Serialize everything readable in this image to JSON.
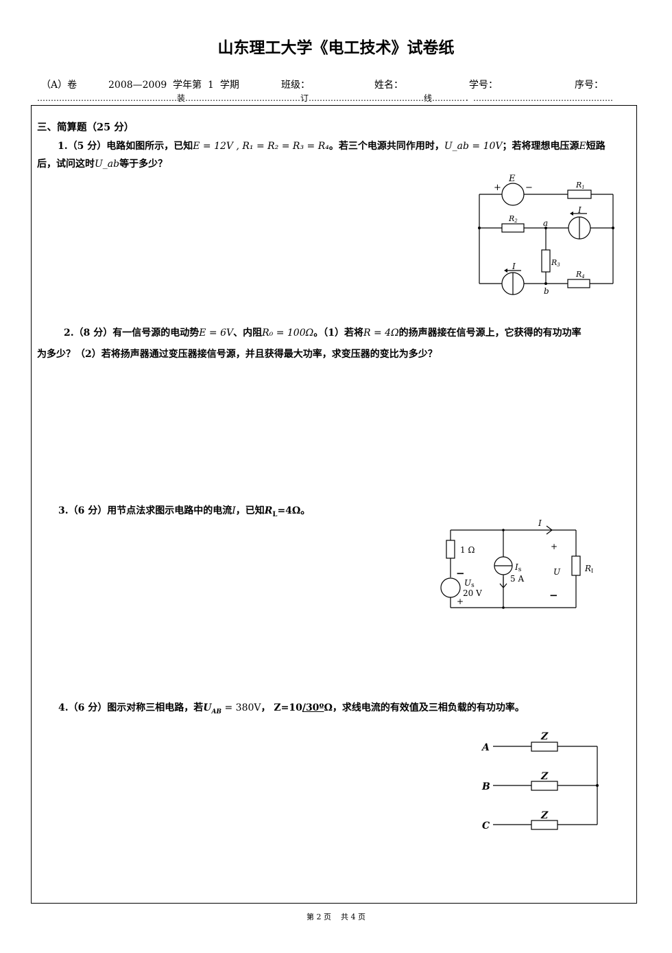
{
  "header": {
    "title": "山东理工大学《电工技术》试卷纸",
    "paper": "（A）卷",
    "term": "2008—2009  学年第  1  学期",
    "class_label": "班级：",
    "name_label": "姓名：",
    "id_label": "学号：",
    "seq_label": "序号：",
    "binding_line": "……………………………………………装……………………………………订……………………………………线…………．……………………………………………"
  },
  "section": {
    "title": "三、简算题（25 分）"
  },
  "questions": [
    {
      "line1_prefix": "1.（5 分）电路如图所示，已知",
      "line1_formula1": "E = 12V , R₁ = R₂ = R₃ = R₄",
      "line1_mid": "。若三个电源共同作用时，",
      "line1_formula2": "U_ab = 10V",
      "line1_suffix": "；若将理想电压源",
      "line1_E": "E",
      "line1_end": "短路",
      "line2_prefix": "后，试问这时",
      "line2_formula": "U_ab",
      "line2_suffix": "等于多少？"
    },
    {
      "line1_prefix": "2.（8 分）有一信号源的电动势",
      "f1": "E = 6V",
      "m1": "、内阻",
      "f2": "R₀ = 100Ω",
      "m2": "。（1）若将",
      "f3": "R = 4Ω",
      "m3": "的扬声器接在信号源上，它获得的有功功率",
      "line2": "为多少？（2）若将扬声器通过变压器接信号源，并且获得最大功率，求变压器的变比为多少？"
    },
    {
      "prefix": "3.（6 分）用节点法求图示电路中的电流",
      "f1": "I",
      "mid": "，已知",
      "f2": "R",
      "sub": "L",
      "suffix": "=4Ω。"
    },
    {
      "prefix": "4.（6 分）图示对称三相电路，若",
      "f1": "U",
      "sub": "AB",
      "f1b": " = 380V",
      "mid": "，  Z=10",
      "angle": "/30º",
      "suffix": "Ω，求线电流的有效值及三相负载的有功功率。"
    }
  ],
  "circuit1": {
    "E": "E",
    "plus": "+",
    "minus": "−",
    "R1": "R",
    "R1s": "1",
    "R2": "R",
    "R2s": "2",
    "R3": "R",
    "R3s": "3",
    "R4": "R",
    "R4s": "4",
    "I_top": "I",
    "I_bottom": "I",
    "a": "a",
    "b": "b"
  },
  "circuit3": {
    "I": "I",
    "R1": "1 Ω",
    "Is": "I",
    "Is_sub": "s",
    "Is_val": "5 A",
    "Us": "U",
    "Us_sub": "s",
    "Us_val": "20 V",
    "U": "U",
    "RL": "R",
    "RL_sub": "L",
    "plus": "+",
    "minus": "−",
    "dash": "−"
  },
  "circuit4": {
    "A": "A",
    "B": "B",
    "C": "C",
    "Z": "Z"
  },
  "footer": "第 2 页    共 4 页"
}
